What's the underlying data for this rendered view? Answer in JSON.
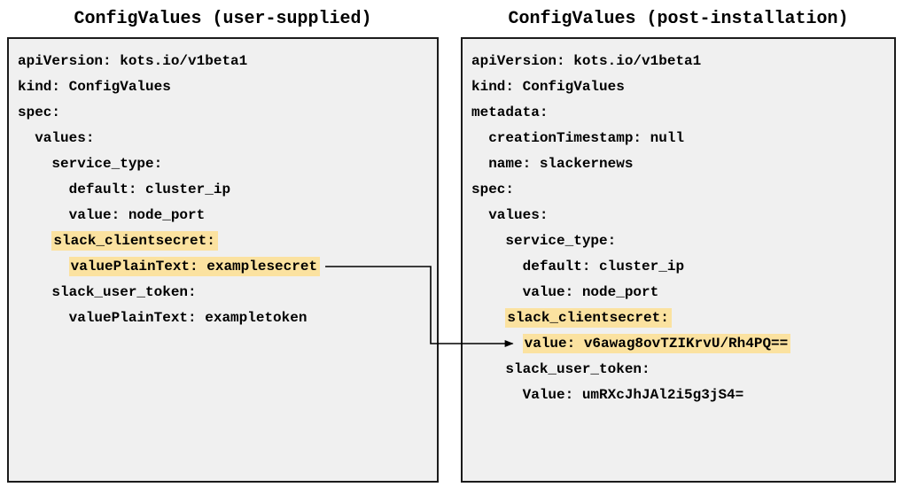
{
  "panels": {
    "left": {
      "title": "ConfigValues (user-supplied)",
      "lines": [
        {
          "indent": 0,
          "text": "apiVersion: kots.io/v1beta1",
          "highlight": false
        },
        {
          "indent": 0,
          "text": "kind: ConfigValues",
          "highlight": false
        },
        {
          "indent": 0,
          "text": "spec:",
          "highlight": false
        },
        {
          "indent": 2,
          "text": "values:",
          "highlight": false
        },
        {
          "indent": 4,
          "text": "service_type:",
          "highlight": false
        },
        {
          "indent": 6,
          "text": "default: cluster_ip",
          "highlight": false
        },
        {
          "indent": 6,
          "text": "value: node_port",
          "highlight": false
        },
        {
          "indent": 4,
          "text": "slack_clientsecret:",
          "highlight": true
        },
        {
          "indent": 6,
          "text": "valuePlainText: examplesecret",
          "highlight": true,
          "arrow_source": true
        },
        {
          "indent": 4,
          "text": "slack_user_token:",
          "highlight": false
        },
        {
          "indent": 6,
          "text": "valuePlainText: exampletoken",
          "highlight": false
        }
      ]
    },
    "right": {
      "title": "ConfigValues (post-installation)",
      "lines": [
        {
          "indent": 0,
          "text": "apiVersion: kots.io/v1beta1",
          "highlight": false
        },
        {
          "indent": 0,
          "text": "kind: ConfigValues",
          "highlight": false
        },
        {
          "indent": 0,
          "text": "metadata:",
          "highlight": false
        },
        {
          "indent": 2,
          "text": "creationTimestamp: null",
          "highlight": false
        },
        {
          "indent": 2,
          "text": "name: slackernews",
          "highlight": false
        },
        {
          "indent": 0,
          "text": "spec:",
          "highlight": false
        },
        {
          "indent": 2,
          "text": "values:",
          "highlight": false
        },
        {
          "indent": 4,
          "text": "service_type:",
          "highlight": false
        },
        {
          "indent": 6,
          "text": "default: cluster_ip",
          "highlight": false
        },
        {
          "indent": 6,
          "text": "value: node_port",
          "highlight": false
        },
        {
          "indent": 4,
          "text": "slack_clientsecret:",
          "highlight": true
        },
        {
          "indent": 6,
          "text": "value: v6awag8ovTZIKrvU/Rh4PQ==",
          "highlight": true,
          "arrow_target": true
        },
        {
          "indent": 4,
          "text": "slack_user_token:",
          "highlight": false
        },
        {
          "indent": 6,
          "text": "Value: umRXcJhJAl2i5g3jS4=",
          "highlight": false
        }
      ]
    }
  },
  "arrow": {
    "style": "elbow",
    "color": "#000000",
    "from": "valuePlainText: examplesecret",
    "to": "value: v6awag8ovTZIKrvU/Rh4PQ=="
  },
  "colors": {
    "highlight": "#fbe2a0",
    "panel_bg": "#f0f0f0",
    "border": "#1b1b1b"
  }
}
